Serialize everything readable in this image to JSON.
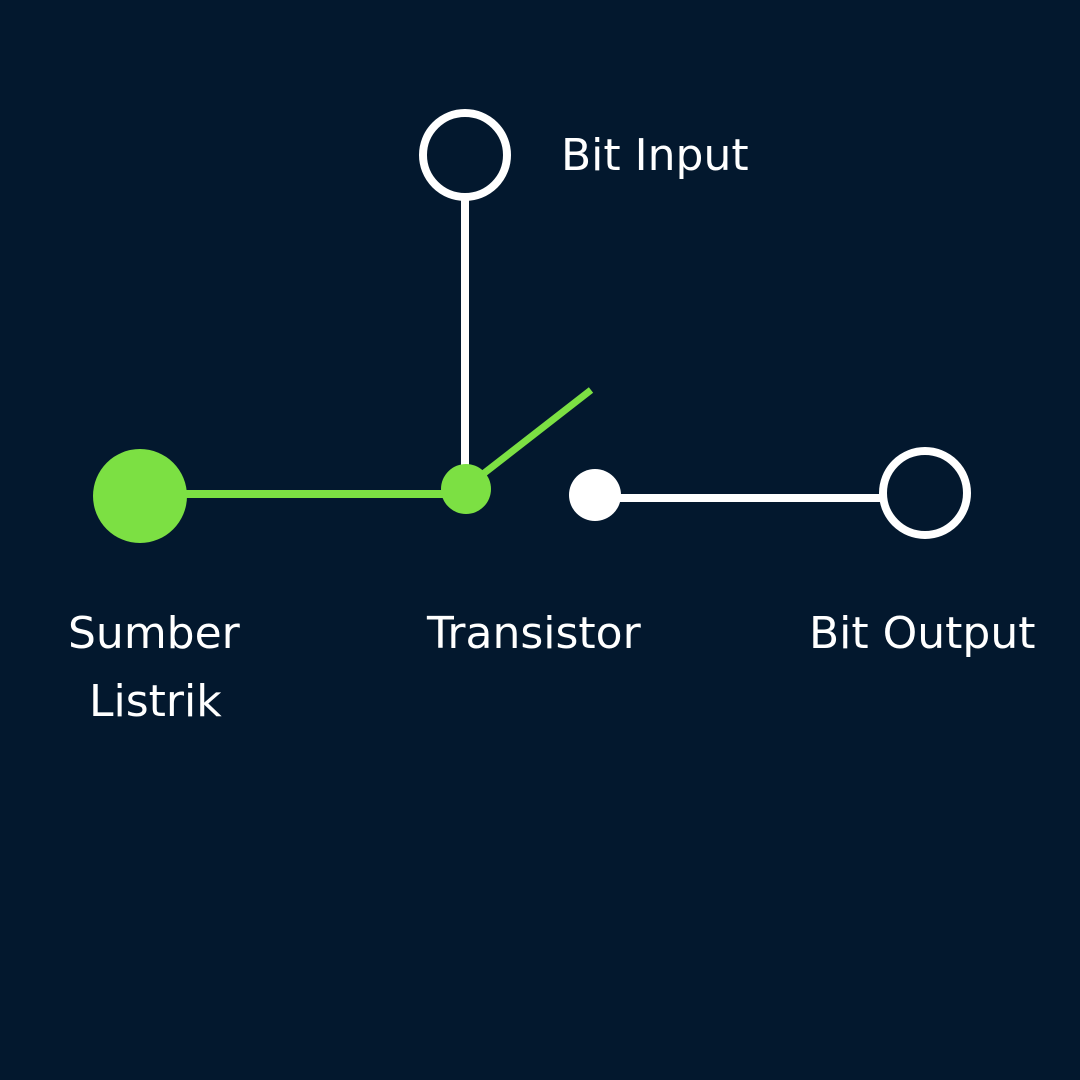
{
  "labels": {
    "bit_input": "Bit Input",
    "power_source_line1": "Sumber",
    "power_source_line2": "Listrik",
    "transistor": "Transistor",
    "bit_output": "Bit Output"
  },
  "colors": {
    "background": "#03182e",
    "active": "#7ce043",
    "inactive": "#ffffff"
  }
}
